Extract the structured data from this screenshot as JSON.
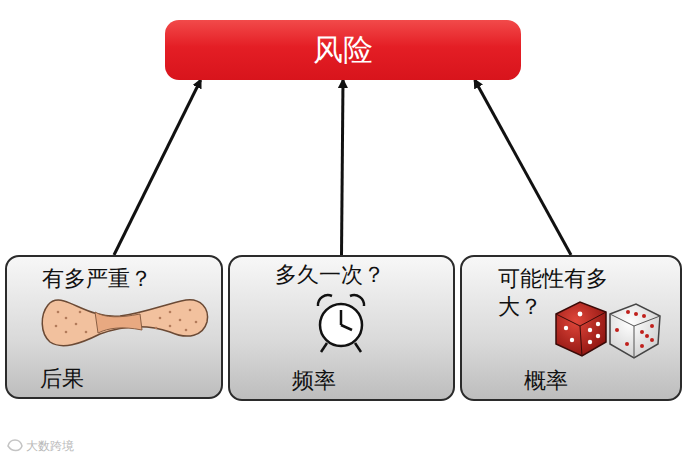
{
  "diagram": {
    "nodes": [
      {
        "text": [
          "风险"
        ]
      },
      {
        "text": [
          "有多严重？",
          "后果"
        ]
      },
      {
        "text": [
          "多久一次？",
          "频率"
        ]
      },
      {
        "text": [
          "可能性有多大？",
          "概率"
        ]
      }
    ],
    "edges": [
      {
        "from": 1,
        "to": 0,
        "arrow": "to"
      },
      {
        "from": 2,
        "to": 0,
        "arrow": "to"
      },
      {
        "from": 3,
        "to": 0,
        "arrow": "to"
      }
    ],
    "labels": [
      "大数跨境"
    ]
  }
}
